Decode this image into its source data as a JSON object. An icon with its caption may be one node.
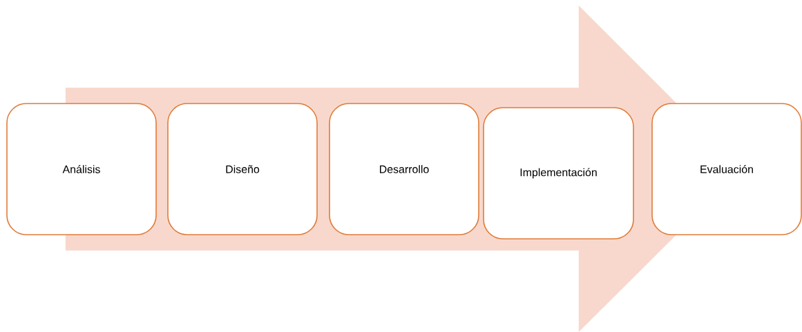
{
  "diagram": {
    "nodes": [
      {
        "text": [
          "Análisis"
        ]
      },
      {
        "text": [
          "Diseño"
        ]
      },
      {
        "text": [
          "Desarrollo"
        ]
      },
      {
        "text": [
          "Implementación"
        ]
      },
      {
        "text": [
          "Evaluación"
        ]
      }
    ],
    "edges": [
      {
        "from": 0,
        "to": 4,
        "arrow": "to"
      }
    ]
  }
}
